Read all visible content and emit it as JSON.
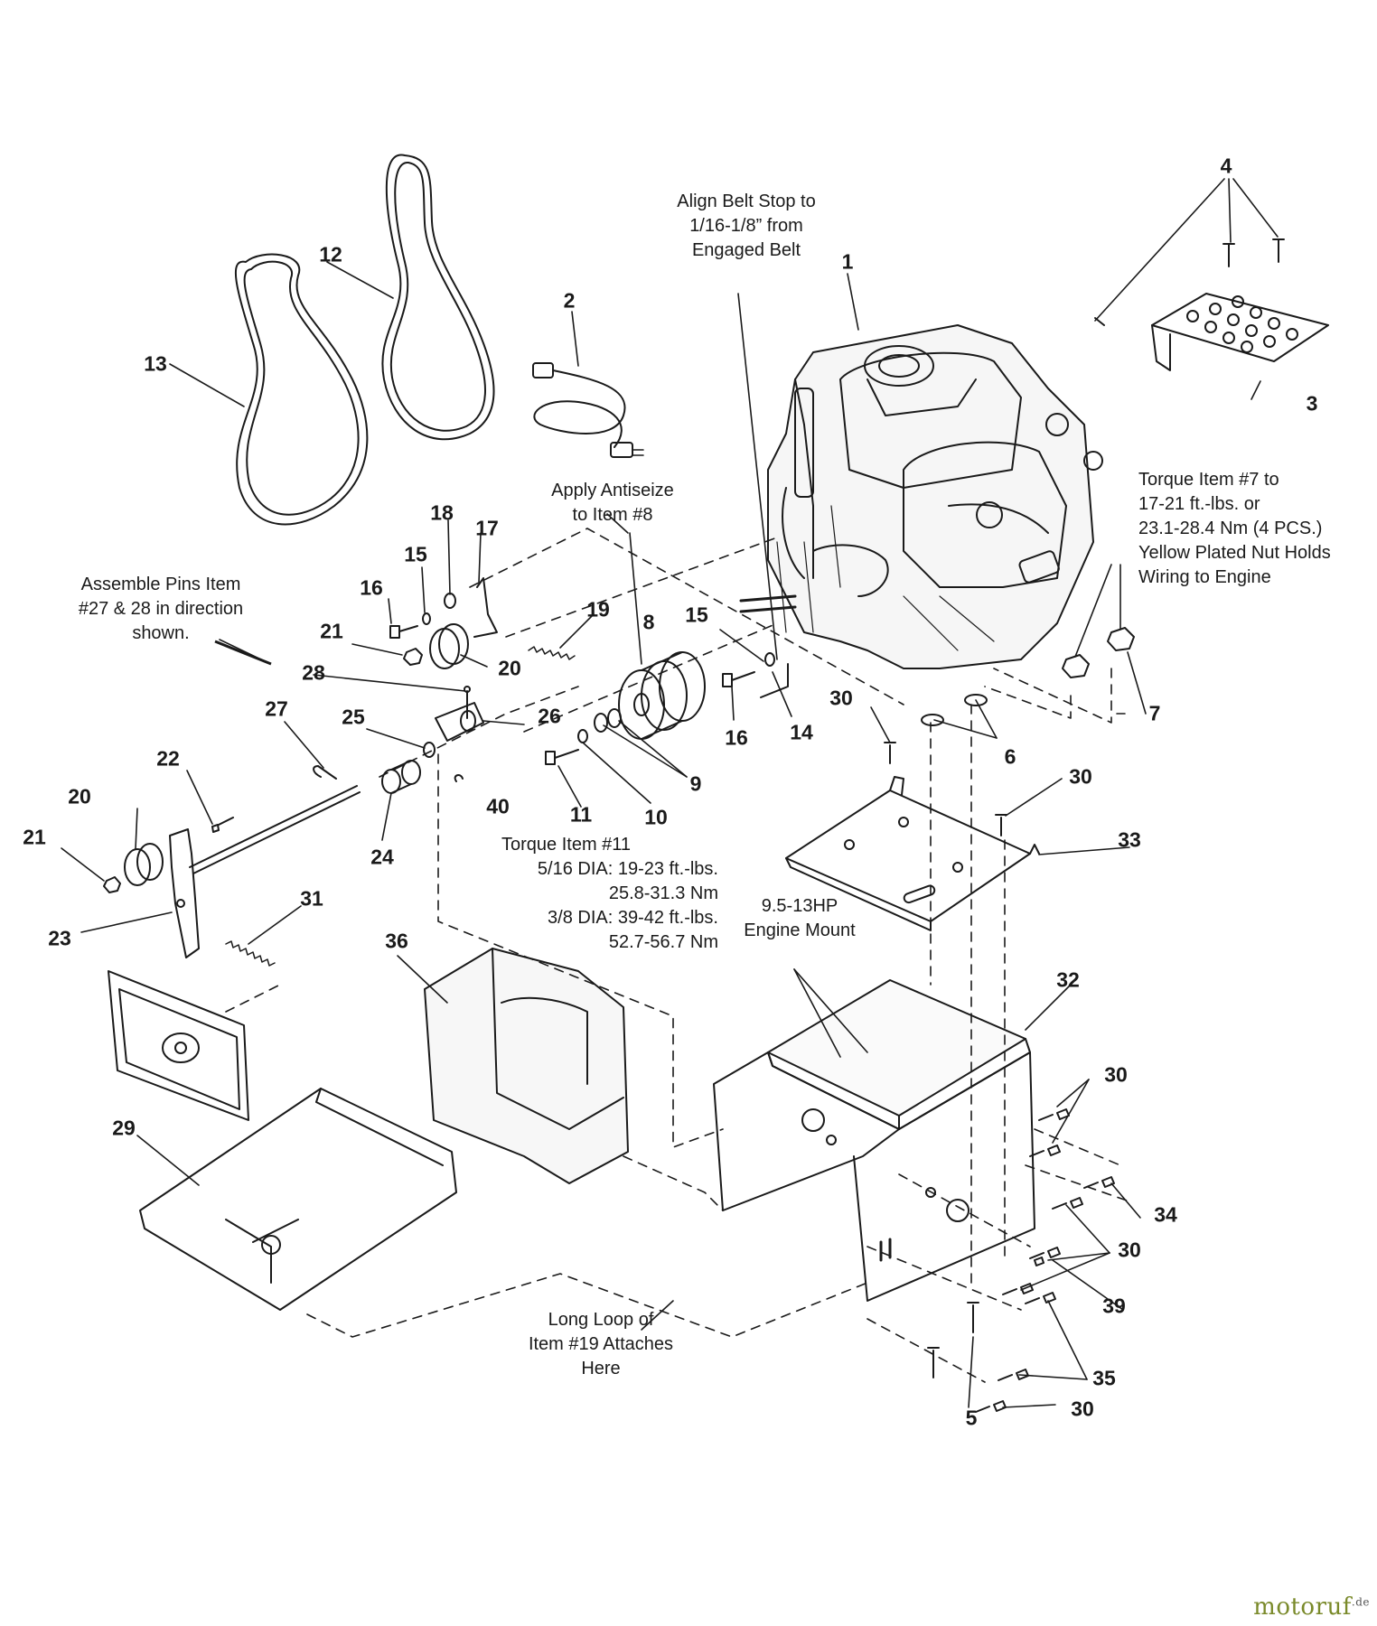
{
  "diagram": {
    "callouts": [
      {
        "id": "c1",
        "label": "1"
      },
      {
        "id": "c2",
        "label": "2"
      },
      {
        "id": "c3",
        "label": "3"
      },
      {
        "id": "c4",
        "label": "4"
      },
      {
        "id": "c5",
        "label": "5"
      },
      {
        "id": "c6",
        "label": "6"
      },
      {
        "id": "c7",
        "label": "7"
      },
      {
        "id": "c8",
        "label": "8"
      },
      {
        "id": "c9",
        "label": "9"
      },
      {
        "id": "c10",
        "label": "10"
      },
      {
        "id": "c11",
        "label": "11"
      },
      {
        "id": "c12",
        "label": "12"
      },
      {
        "id": "c13",
        "label": "13"
      },
      {
        "id": "c14",
        "label": "14"
      },
      {
        "id": "c15a",
        "label": "15"
      },
      {
        "id": "c15b",
        "label": "15"
      },
      {
        "id": "c16a",
        "label": "16"
      },
      {
        "id": "c16b",
        "label": "16"
      },
      {
        "id": "c17",
        "label": "17"
      },
      {
        "id": "c18",
        "label": "18"
      },
      {
        "id": "c19",
        "label": "19"
      },
      {
        "id": "c20a",
        "label": "20"
      },
      {
        "id": "c20b",
        "label": "20"
      },
      {
        "id": "c21a",
        "label": "21"
      },
      {
        "id": "c21b",
        "label": "21"
      },
      {
        "id": "c22",
        "label": "22"
      },
      {
        "id": "c23",
        "label": "23"
      },
      {
        "id": "c24",
        "label": "24"
      },
      {
        "id": "c25",
        "label": "25"
      },
      {
        "id": "c26",
        "label": "26"
      },
      {
        "id": "c27",
        "label": "27"
      },
      {
        "id": "c28",
        "label": "28"
      },
      {
        "id": "c29",
        "label": "29"
      },
      {
        "id": "c30a",
        "label": "30"
      },
      {
        "id": "c30b",
        "label": "30"
      },
      {
        "id": "c30c",
        "label": "30"
      },
      {
        "id": "c30d",
        "label": "30"
      },
      {
        "id": "c30e",
        "label": "30"
      },
      {
        "id": "c31",
        "label": "31"
      },
      {
        "id": "c32",
        "label": "32"
      },
      {
        "id": "c33",
        "label": "33"
      },
      {
        "id": "c34",
        "label": "34"
      },
      {
        "id": "c35",
        "label": "35"
      },
      {
        "id": "c36",
        "label": "36"
      },
      {
        "id": "c39",
        "label": "39"
      },
      {
        "id": "c40",
        "label": "40"
      }
    ],
    "notes": {
      "belt_stop": [
        "Align Belt Stop to",
        "1/16-1/8” from",
        "Engaged Belt"
      ],
      "antiseize": [
        "Apply Antiseize",
        "to Item #8"
      ],
      "torque7": [
        "Torque Item #7 to",
        "17-21 ft.-lbs. or",
        "23.1-28.4 Nm (4 PCS.)",
        "Yellow Plated Nut Holds",
        "Wiring to Engine"
      ],
      "pins": [
        "Assemble Pins Item",
        "#27 & 28 in direction",
        "shown."
      ],
      "torque11": [
        "Torque Item #11",
        "5/16 DIA: 19-23 ft.-lbs.",
        "25.8-31.3 Nm",
        "3/8 DIA: 39-42 ft.-lbs.",
        "52.7-56.7 Nm"
      ],
      "engine_mount": [
        "9.5-13HP",
        "Engine Mount"
      ],
      "long_loop": [
        "Long Loop of",
        "Item #19 Attaches",
        "Here"
      ]
    }
  },
  "watermark": {
    "text": "motoruf",
    "suffix": ".de"
  }
}
